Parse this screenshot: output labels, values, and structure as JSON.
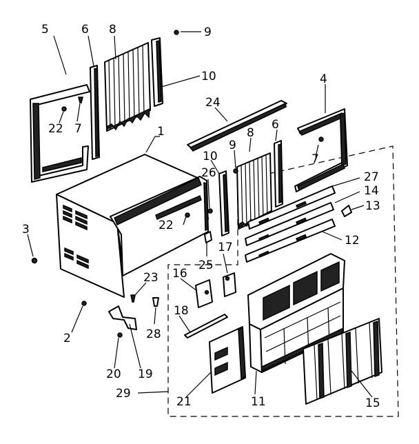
{
  "callouts": [
    {
      "id": "c5",
      "text": "5"
    },
    {
      "id": "c6a",
      "text": "6"
    },
    {
      "id": "c8a",
      "text": "8"
    },
    {
      "id": "c9a",
      "text": "9"
    },
    {
      "id": "c10a",
      "text": "10"
    },
    {
      "id": "c22a",
      "text": "22"
    },
    {
      "id": "c7a",
      "text": "7"
    },
    {
      "id": "c1",
      "text": "1"
    },
    {
      "id": "c24",
      "text": "24"
    },
    {
      "id": "c4",
      "text": "4"
    },
    {
      "id": "c6b",
      "text": "6"
    },
    {
      "id": "c8b",
      "text": "8"
    },
    {
      "id": "c9b",
      "text": "9"
    },
    {
      "id": "c10b",
      "text": "10"
    },
    {
      "id": "c26",
      "text": "26"
    },
    {
      "id": "c7b",
      "text": "7"
    },
    {
      "id": "c27",
      "text": "27"
    },
    {
      "id": "c14",
      "text": "14"
    },
    {
      "id": "c13",
      "text": "13"
    },
    {
      "id": "c12",
      "text": "12"
    },
    {
      "id": "c3",
      "text": "3"
    },
    {
      "id": "c22b",
      "text": "22"
    },
    {
      "id": "c25",
      "text": "25"
    },
    {
      "id": "c17",
      "text": "17"
    },
    {
      "id": "c23",
      "text": "23"
    },
    {
      "id": "c16",
      "text": "16"
    },
    {
      "id": "c2",
      "text": "2"
    },
    {
      "id": "c28",
      "text": "28"
    },
    {
      "id": "c18",
      "text": "18"
    },
    {
      "id": "c20",
      "text": "20"
    },
    {
      "id": "c19",
      "text": "19"
    },
    {
      "id": "c29",
      "text": "29"
    },
    {
      "id": "c21",
      "text": "21"
    },
    {
      "id": "c11",
      "text": "11"
    },
    {
      "id": "c15",
      "text": "15"
    }
  ]
}
